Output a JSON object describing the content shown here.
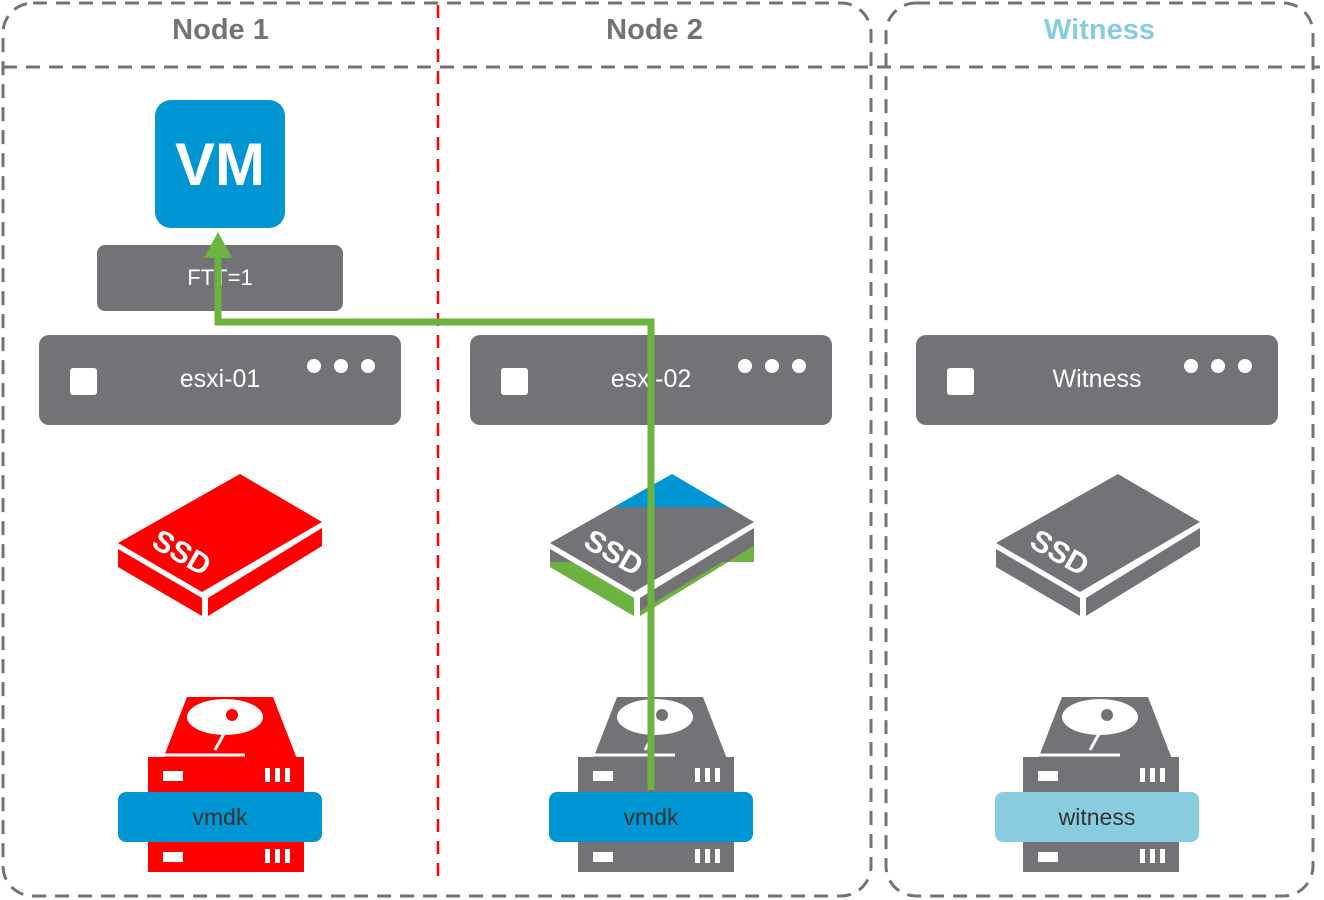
{
  "regions": [
    {
      "title": "Node 1",
      "title_color": "#737276"
    },
    {
      "title": "Node 2",
      "title_color": "#737276"
    },
    {
      "title": "Witness",
      "title_color": "#89cce0"
    }
  ],
  "vm": {
    "label": "VM",
    "color": "#0095d3"
  },
  "policy": {
    "label": "FTT=1"
  },
  "hosts": [
    {
      "name": "esxi-01"
    },
    {
      "name": "esxi-02"
    },
    {
      "name": "Witness"
    }
  ],
  "ssd": [
    {
      "label": "SSD",
      "state": "failed",
      "color": "#ff0000"
    },
    {
      "label": "SSD",
      "state": "active",
      "top_color": "#0095d3",
      "side_color": "#6db33f",
      "color": "#737276"
    },
    {
      "label": "SSD",
      "state": "normal",
      "color": "#737276"
    }
  ],
  "disks": [
    {
      "component": "vmdk",
      "state": "failed",
      "color": "#ff0000",
      "label_color": "#0095d3"
    },
    {
      "component": "vmdk",
      "state": "active",
      "color": "#737276",
      "label_color": "#0095d3"
    },
    {
      "component": "witness",
      "state": "normal",
      "color": "#737276",
      "label_color": "#89cce0"
    }
  ],
  "colors": {
    "border": "#737276",
    "fault_domain_divider": "#ff0000",
    "io_path": "#6db33f"
  }
}
